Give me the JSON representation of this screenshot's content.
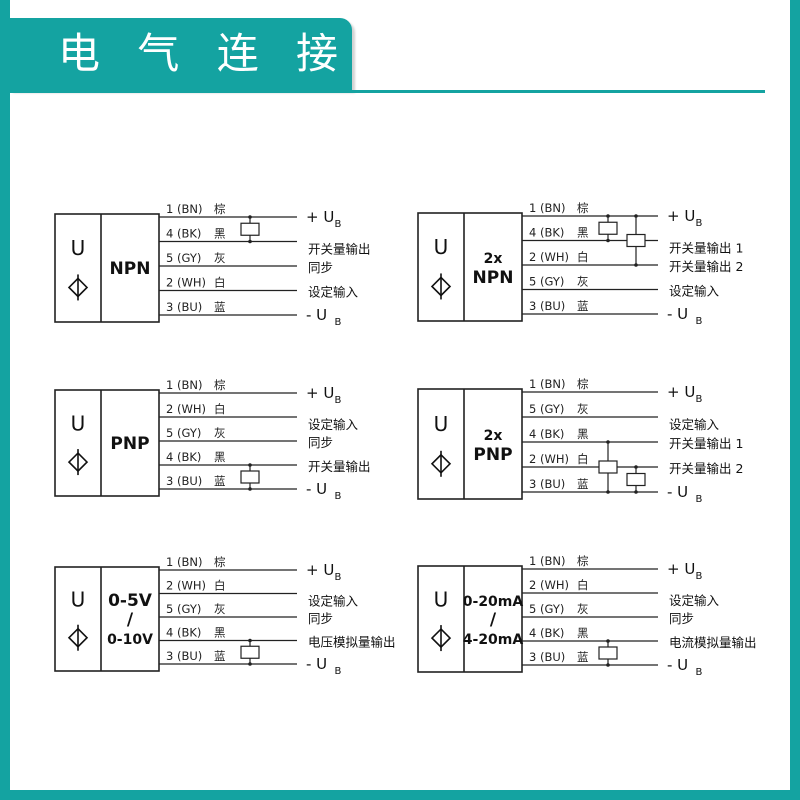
{
  "title": "电 气 连 接",
  "diagrams": [
    {
      "model_lines": [
        "NPN"
      ],
      "wires": [
        {
          "num": "1",
          "code": "(BN)",
          "color": "棕"
        },
        {
          "num": "4",
          "code": "(BK)",
          "color": "黑"
        },
        {
          "num": "5",
          "code": "(GY)",
          "color": "灰"
        },
        {
          "num": "2",
          "code": "(WH)",
          "color": "白"
        },
        {
          "num": "3",
          "code": "(BU)",
          "color": "蓝"
        }
      ],
      "signals": [
        "+ U",
        "开关量输出",
        "同步",
        "设定输入",
        "- U"
      ]
    },
    {
      "model_lines": [
        "2x",
        "NPN"
      ],
      "wires": [
        {
          "num": "1",
          "code": "(BN)",
          "color": "棕"
        },
        {
          "num": "4",
          "code": "(BK)",
          "color": "黑"
        },
        {
          "num": "2",
          "code": "(WH)",
          "color": "白"
        },
        {
          "num": "5",
          "code": "(GY)",
          "color": "灰"
        },
        {
          "num": "3",
          "code": "(BU)",
          "color": "蓝"
        }
      ],
      "signals": [
        "+ U",
        "开关量输出 1",
        "开关量输出 2",
        "设定输入",
        "- U"
      ]
    },
    {
      "model_lines": [
        "PNP"
      ],
      "wires": [
        {
          "num": "1",
          "code": "(BN)",
          "color": "棕"
        },
        {
          "num": "2",
          "code": "(WH)",
          "color": "白"
        },
        {
          "num": "5",
          "code": "(GY)",
          "color": "灰"
        },
        {
          "num": "4",
          "code": "(BK)",
          "color": "黑"
        },
        {
          "num": "3",
          "code": "(BU)",
          "color": "蓝"
        }
      ],
      "signals": [
        "+ U",
        "设定输入",
        "同步",
        "开关量输出",
        "- U"
      ]
    },
    {
      "model_lines": [
        "2x",
        "PNP"
      ],
      "wires": [
        {
          "num": "1",
          "code": "(BN)",
          "color": "棕"
        },
        {
          "num": "5",
          "code": "(GY)",
          "color": "灰"
        },
        {
          "num": "4",
          "code": "(BK)",
          "color": "黑"
        },
        {
          "num": "2",
          "code": "(WH)",
          "color": "白"
        },
        {
          "num": "3",
          "code": "(BU)",
          "color": "蓝"
        }
      ],
      "signals": [
        "+ U",
        "设定输入",
        "开关量输出 1",
        "开关量输出 2",
        "- U"
      ]
    },
    {
      "model_lines": [
        "0-5V",
        "/",
        "0-10V"
      ],
      "wires": [
        {
          "num": "1",
          "code": "(BN)",
          "color": "棕"
        },
        {
          "num": "2",
          "code": "(WH)",
          "color": "白"
        },
        {
          "num": "5",
          "code": "(GY)",
          "color": "灰"
        },
        {
          "num": "4",
          "code": "(BK)",
          "color": "黑"
        },
        {
          "num": "3",
          "code": "(BU)",
          "color": "蓝"
        }
      ],
      "signals": [
        "+ U",
        "设定输入",
        "同步",
        "电压模拟量输出",
        "- U"
      ]
    },
    {
      "model_lines": [
        "0-20mA",
        "/",
        "4-20mA"
      ],
      "wires": [
        {
          "num": "1",
          "code": "(BN)",
          "color": "棕"
        },
        {
          "num": "2",
          "code": "(WH)",
          "color": "白"
        },
        {
          "num": "5",
          "code": "(GY)",
          "color": "灰"
        },
        {
          "num": "4",
          "code": "(BK)",
          "color": "黑"
        },
        {
          "num": "3",
          "code": "(BU)",
          "color": "蓝"
        }
      ],
      "signals": [
        "+ U",
        "设定输入",
        "同步",
        "电流模拟量输出",
        "- U"
      ]
    }
  ],
  "sensor_letter": "U",
  "supply_subscript": "B",
  "colors": {
    "accent": "#14a3a1",
    "line": "#222222"
  }
}
